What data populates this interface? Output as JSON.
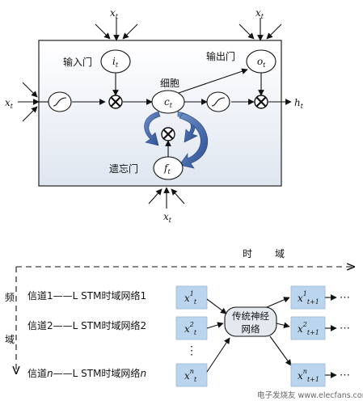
{
  "lstm_cell": {
    "inputs": {
      "top_left": "x",
      "top_right": "x",
      "left": "x",
      "bottom": "x"
    },
    "input_sub": "t",
    "input_gate": {
      "label": "输入门",
      "symbol": "i",
      "sub": "t"
    },
    "output_gate": {
      "label": "输出门",
      "symbol": "o",
      "sub": "t"
    },
    "cell": {
      "label": "细胞",
      "symbol": "c",
      "sub": "t"
    },
    "forget_gate": {
      "label": "遗忘门",
      "symbol": "f",
      "sub": "t"
    },
    "output": {
      "symbol": "h",
      "sub": "t"
    }
  },
  "network": {
    "time_axis": {
      "label_1": "时",
      "label_2": "域"
    },
    "freq_axis": {
      "label_1": "频",
      "label_2": "域"
    },
    "channels": [
      {
        "name": "信道1",
        "num": "",
        "model": "L STM时域网络1"
      },
      {
        "name": "信道2",
        "num": "",
        "model": "L STM时域网络2"
      },
      {
        "name": "信道",
        "num": "n",
        "model": "L STM时域网络",
        "model_num": "n"
      }
    ],
    "dash": "——",
    "inputs_x": [
      {
        "sup": "1",
        "sub": "t"
      },
      {
        "sup": "2",
        "sub": "t"
      },
      {
        "sup": "n",
        "sub": "t"
      }
    ],
    "outputs_x": [
      {
        "sup": "1",
        "sub": "t+1"
      },
      {
        "sup": "2",
        "sub": "t+1"
      },
      {
        "sup": "n",
        "sub": "t+1"
      }
    ],
    "center": {
      "line1": "传统神经",
      "line2": "网络"
    },
    "ellipsis": "⋯",
    "vdots": "⋮",
    "watermark": "电子发烧友 www.elecfans.com"
  }
}
